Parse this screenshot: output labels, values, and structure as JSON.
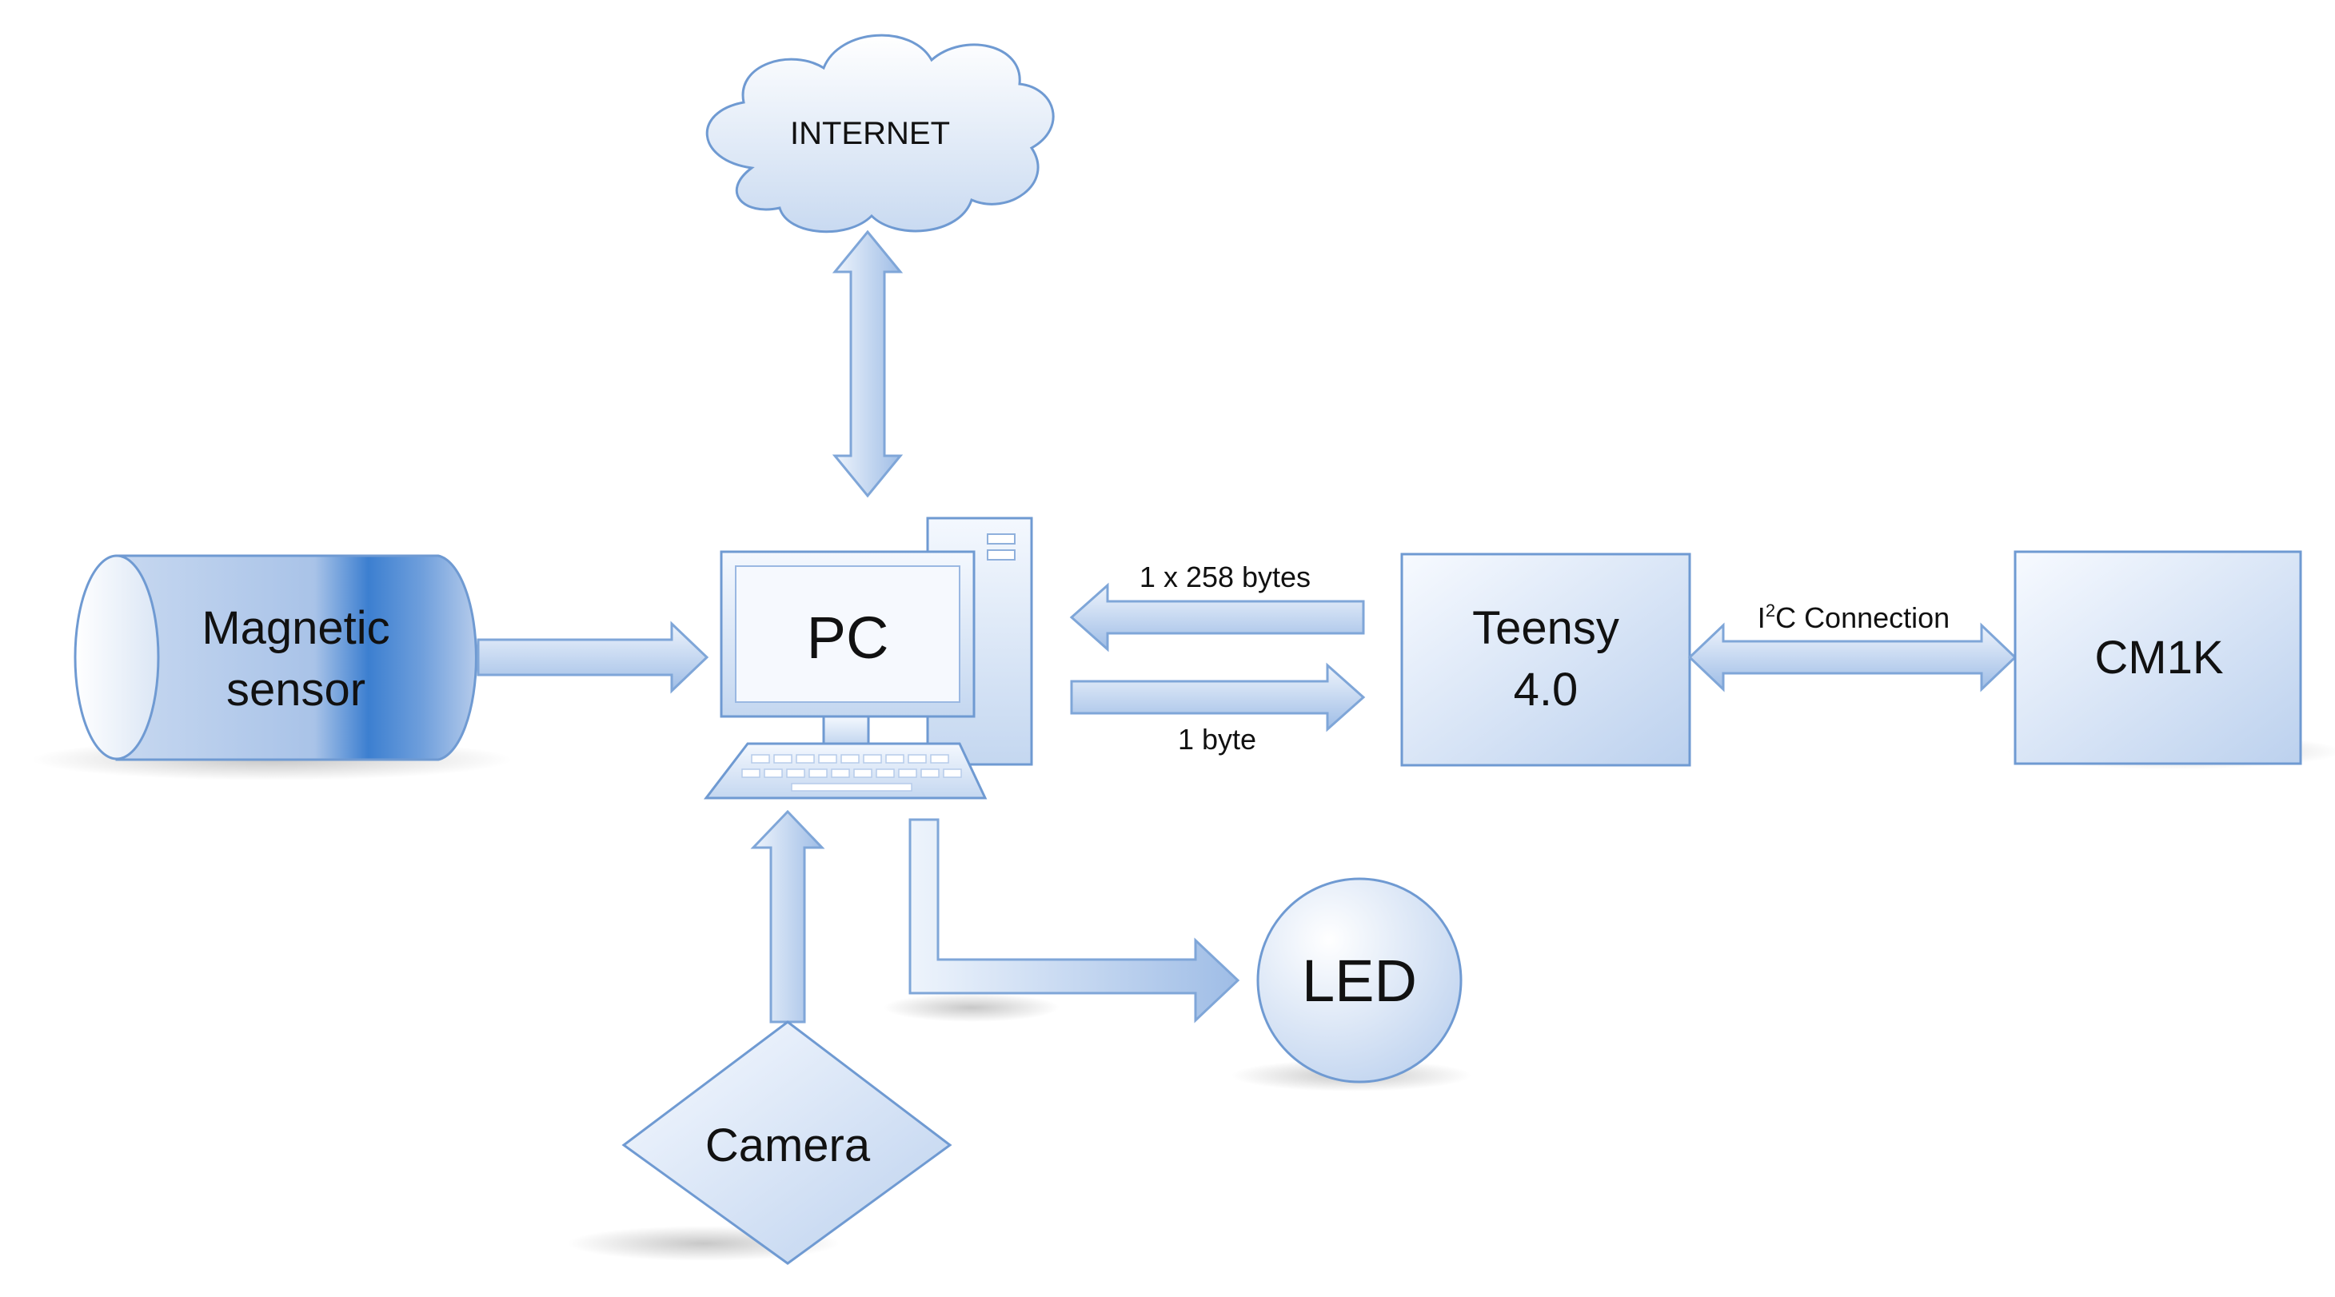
{
  "nodes": {
    "internet": "INTERNET",
    "pc": "PC",
    "magnetic_sensor": [
      "Magnetic",
      "sensor"
    ],
    "teensy": [
      "Teensy",
      "4.0"
    ],
    "cm1k": "CM1K",
    "led": "LED",
    "camera": "Camera"
  },
  "edges": {
    "teensy_to_pc": "1 x 258 bytes",
    "pc_to_teensy": "1 byte",
    "i2c": {
      "prefix": "I",
      "superscript": "2",
      "suffix": "C Connection"
    }
  },
  "colors": {
    "box_fill_light": "#f7faff",
    "box_fill_dark": "#bcd1ee",
    "box_stroke": "#6f9ad2",
    "arrow_fill_light": "#eef4fc",
    "arrow_fill_dark": "#9fbde6",
    "accent_blue": "#3c7fd0"
  }
}
